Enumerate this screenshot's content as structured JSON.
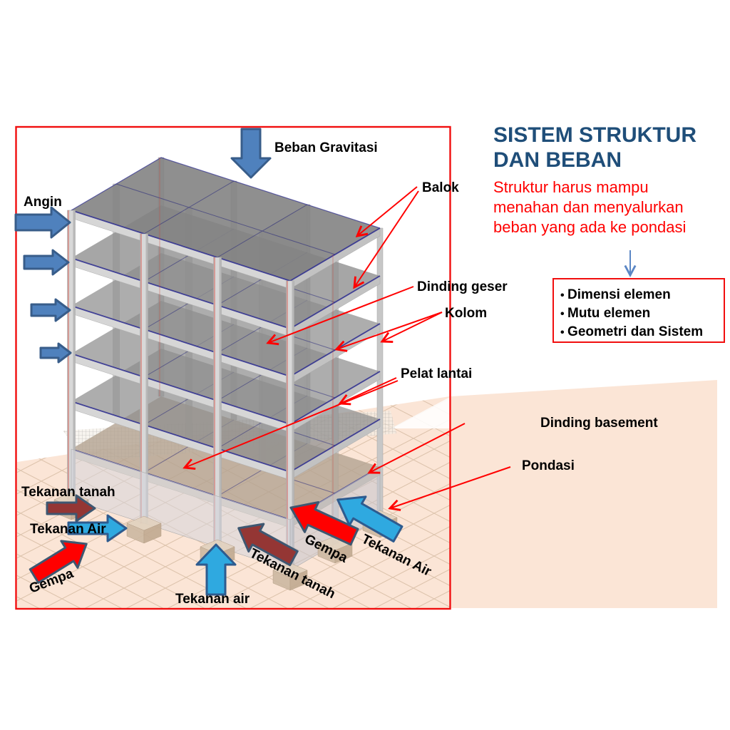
{
  "colors": {
    "title_blue": "#1F4E79",
    "accent_red": "#FF0000",
    "office_blue_arrow": "#4F81BD",
    "office_blue_arrow_border": "#385D8A",
    "light_blue_arrow": "#2FA9E0",
    "red_arrow": "#FF0000",
    "dark_red_arrow": "#943634",
    "arrow_border_slate": "#3E5771",
    "ground_peach": "#FBE5D6",
    "ground_grid": "#DDC3AC",
    "building_gray": "#D8D8D8",
    "slab_gray": "#8D8D8D",
    "slab_edge_blue": "#2B2B8F"
  },
  "panel": {
    "title_line1": "SISTEM STRUKTUR",
    "title_line2": "DAN BEBAN",
    "subtitle_line1": "Struktur harus mampu",
    "subtitle_line2": "menahan dan menyalurkan",
    "subtitle_line3": "beban yang ada ke pondasi",
    "bullet1": "Dimensi elemen",
    "bullet2": "Mutu elemen",
    "bullet3": "Geometri dan Sistem"
  },
  "diagram": {
    "gravity_label": "Beban Gravitasi",
    "wind_label": "Angin",
    "beam_label": "Balok",
    "shear_wall_label": "Dinding geser",
    "column_label": "Kolom",
    "floor_slab_label": "Pelat lantai",
    "basement_wall_label": "Dinding basement",
    "foundation_label": "Pondasi",
    "soil_pressure_left_label": "Tekanan tanah",
    "water_pressure_left_label": "Tekanan Air",
    "quake_left_label": "Gempa",
    "water_pressure_bottom_label": "Tekanan air",
    "soil_pressure_bottom_label": "Tekanan tanah",
    "quake_bottom_label": "Gempa",
    "water_pressure_right_label": "Tekanan Air"
  }
}
